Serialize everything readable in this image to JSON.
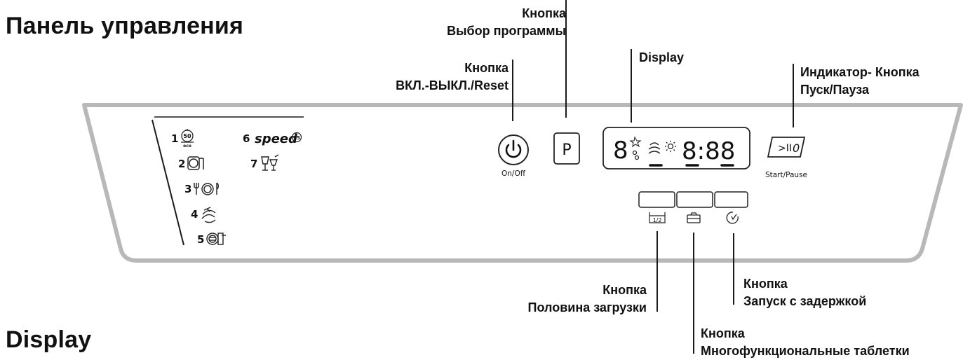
{
  "panel_title": "Панель управления",
  "display_title": "Display",
  "callouts": {
    "program": {
      "line1": "Кнопка",
      "line2": "Выбор программы"
    },
    "onoff": {
      "line1": "Кнопка",
      "line2": "ВКЛ.-ВЫКЛ./Reset"
    },
    "display": {
      "line1": "Display"
    },
    "startpause": {
      "line1": "Индикатор- Кнопка",
      "line2": "Пуск/Пауза"
    },
    "halfload": {
      "line1": "Кнопка",
      "line2": "Половина загрузки"
    },
    "delay": {
      "line1": "Кнопка",
      "line2": "Запуск с задержкой"
    },
    "multitab": {
      "line1": "Кнопка",
      "line2": "Многофункциональные таблетки"
    }
  },
  "panel": {
    "onoff_caption": "On/Off",
    "program_key": "P",
    "startpause_caption": "Start/Pause",
    "startpause_symbol": ">II",
    "startpause_digit": "0",
    "display_digit_left": "8",
    "display_time": "8:88",
    "half_load_mark": "1/2",
    "programs": [
      {
        "num": "1",
        "icon": "eco-50-icon",
        "badge": "50",
        "sub": "eco"
      },
      {
        "num": "2",
        "icon": "pot-icon"
      },
      {
        "num": "3",
        "icon": "plate-cutlery-icon"
      },
      {
        "num": "4",
        "icon": "prewash-icon"
      },
      {
        "num": "5",
        "icon": "pot-glass-icon"
      },
      {
        "num": "6",
        "icon": "speed-25-icon",
        "script": "speed",
        "badge": "25"
      },
      {
        "num": "7",
        "icon": "glasses-icon"
      }
    ]
  },
  "colors": {
    "frame": "#b8b8b8",
    "line": "#1a1a1a"
  }
}
